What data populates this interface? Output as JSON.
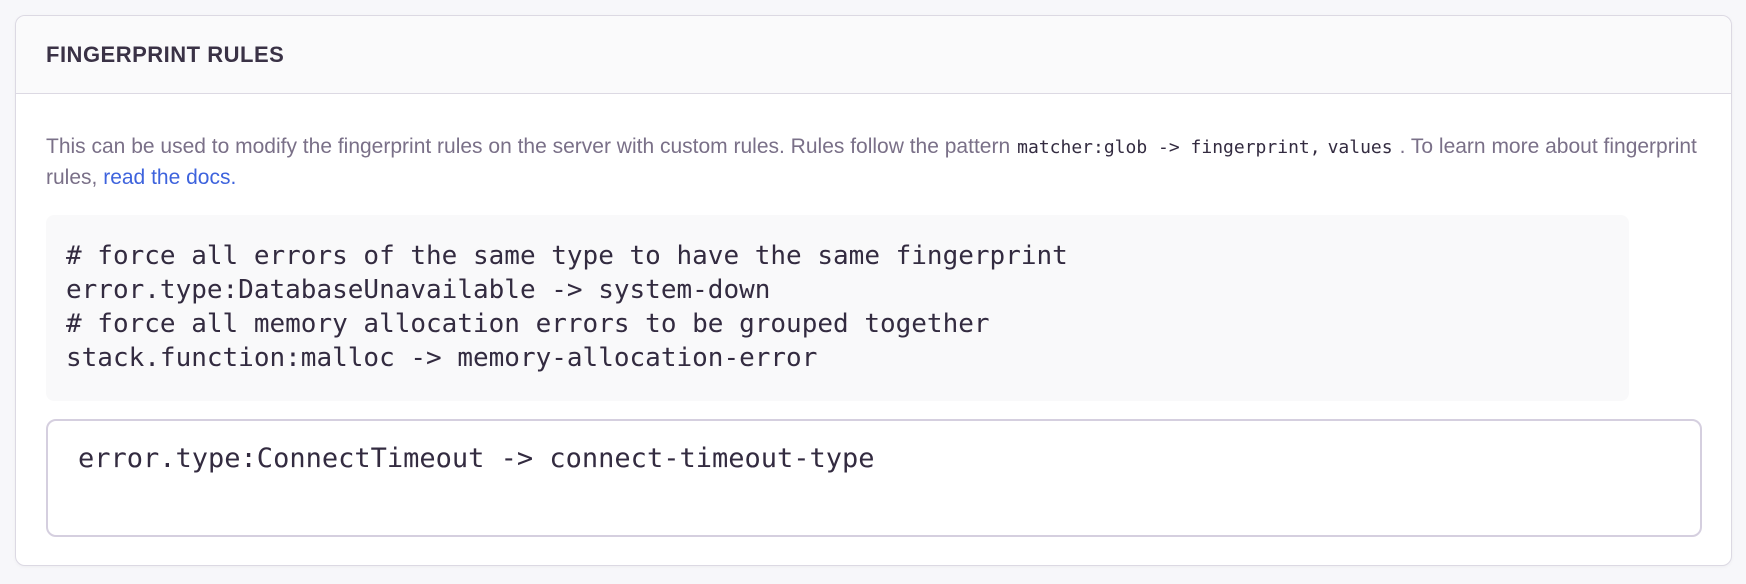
{
  "panel": {
    "title": "FINGERPRINT RULES",
    "description": {
      "text1": "This can be used to modify the fingerprint rules on the server with custom rules. Rules follow the pattern",
      "code_part1": "matcher:glob -> fingerprint,",
      "code_part2": "values",
      "text2": ". To learn more about fingerprint rules,",
      "link_label": "read the docs."
    },
    "example_code": "# force all errors of the same type to have the same fingerprint\nerror.type:DatabaseUnavailable -> system-down\n# force all memory allocation errors to be grouped together\nstack.function:malloc -> memory-allocation-error",
    "rules_input": {
      "value": "error.type:ConnectTimeout -> connect-timeout-type"
    }
  },
  "colors": {
    "link": "#3e63dd",
    "title_text": "#3a3246",
    "description_text": "#7a7088",
    "code_text": "#332b40",
    "panel_border": "#dcd9e3",
    "header_background": "#fafafb",
    "example_background": "#f9f9fa",
    "textarea_border": "#d5cfdf",
    "page_background": "#f7f7fa"
  }
}
